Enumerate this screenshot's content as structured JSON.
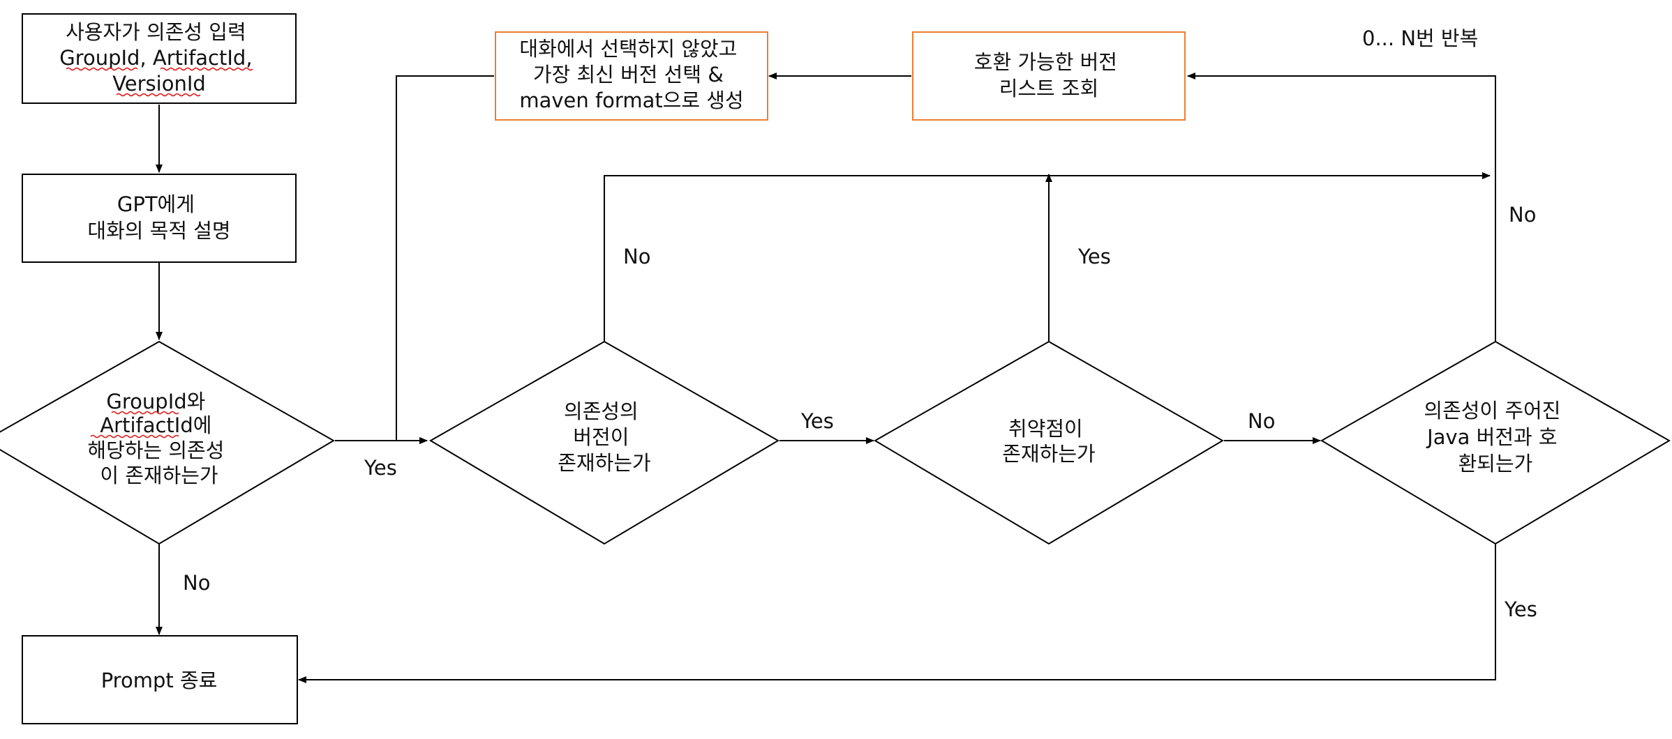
{
  "colors": {
    "stroke": "#000000",
    "accent_stroke": "#ED7D31",
    "text": "#111111",
    "spellcheck_underline": "#E02020"
  },
  "nodes": {
    "start": {
      "lines": [
        "사용자가 의존성 입력",
        "GroupId, ArtifactId,",
        "VersionId"
      ]
    },
    "explain": {
      "lines": [
        "GPT에게",
        "대화의 목적 설명"
      ]
    },
    "decision_exists": {
      "lines": [
        "GroupId와",
        "ArtifactId에",
        "해당하는 의존성",
        "이 존재하는가"
      ]
    },
    "decision_version": {
      "lines": [
        "의존성의",
        "버전이",
        "존재하는가"
      ]
    },
    "decision_vuln": {
      "lines": [
        "취약점이",
        "존재하는가"
      ]
    },
    "decision_compat": {
      "lines": [
        "의존성이 주어진",
        "Java 버전과 호",
        "환되는가"
      ]
    },
    "list_versions": {
      "lines": [
        "호환 가능한 버전",
        "리스트 조회"
      ]
    },
    "select_latest": {
      "lines": [
        "대화에서 선택하지 않았고",
        "가장 최신 버전 선택 &",
        "maven format으로 생성"
      ]
    },
    "end": {
      "lines": [
        "Prompt 종료"
      ]
    }
  },
  "edge_labels": {
    "exists_yes": "Yes",
    "exists_no": "No",
    "version_yes": "Yes",
    "version_no": "No",
    "vuln_yes": "Yes",
    "vuln_no": "No",
    "compat_no": "No",
    "compat_yes": "Yes",
    "repeat": "0... N번 반복"
  }
}
